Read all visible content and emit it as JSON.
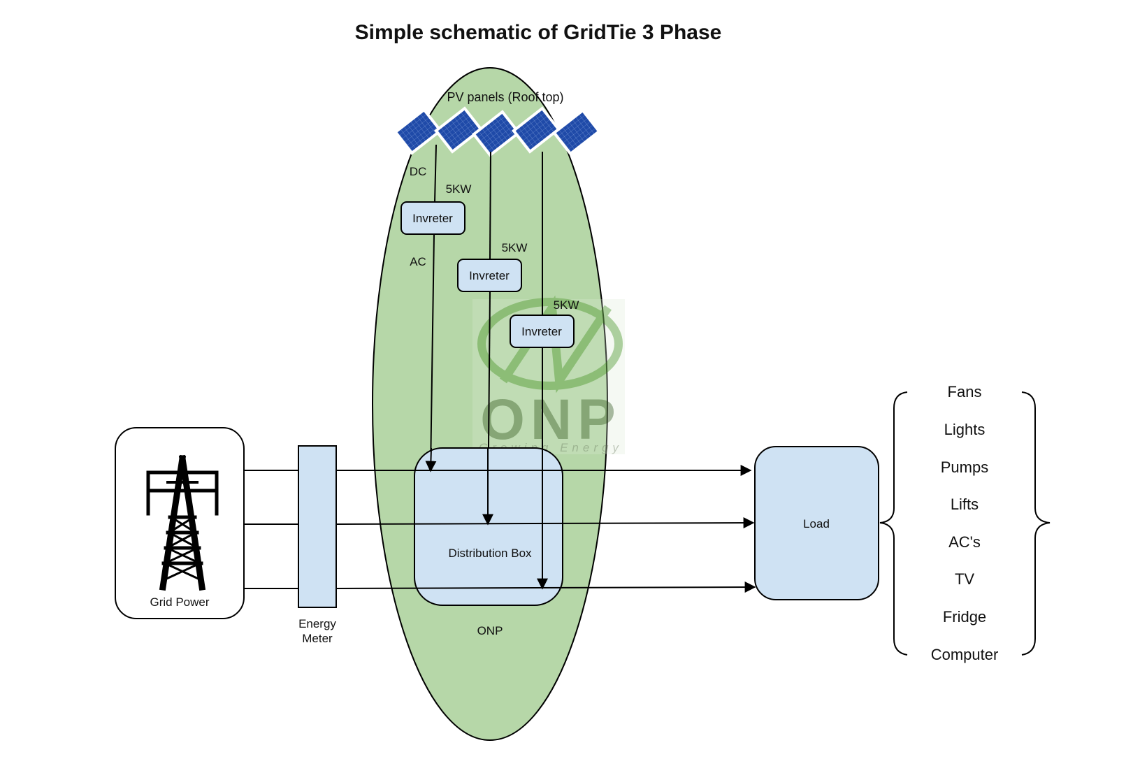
{
  "title": "Simple schematic of GridTie 3 Phase",
  "colors": {
    "onp_region": "#b6d7a8",
    "box_fill": "#cfe2f3",
    "panel_blue": "#1f4aa8",
    "watermark": "#6aa84f",
    "stroke": "#000000"
  },
  "pv": {
    "label": "PV panels (Roof top)",
    "panel_count": 5,
    "icon": "solar-panel-icon"
  },
  "labels": {
    "dc": "DC",
    "ac": "AC",
    "onp": "ONP"
  },
  "inverters": [
    {
      "label": "Invreter",
      "rating": "5KW"
    },
    {
      "label": "Invreter",
      "rating": "5KW"
    },
    {
      "label": "Invreter",
      "rating": "5KW"
    }
  ],
  "grid": {
    "label": "Grid Power",
    "icon": "transmission-tower-icon"
  },
  "meter": {
    "label_line1": "Energy",
    "label_line2": "Meter"
  },
  "distribution": {
    "label": "Distribution Box"
  },
  "load": {
    "label": "Load"
  },
  "appliances": [
    "Fans",
    "Lights",
    "Pumps",
    "Lifts",
    "AC's",
    "TV",
    "Fridge",
    "Computer"
  ],
  "watermark": {
    "brand": "ONP",
    "tagline": "Growing Energy"
  }
}
